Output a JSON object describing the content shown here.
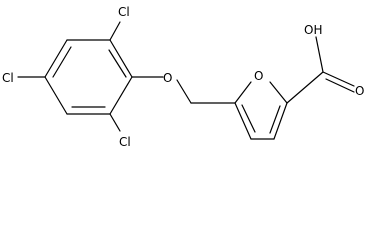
{
  "molecule": {
    "atoms": {
      "cl_top": "Cl",
      "cl_left": "Cl",
      "cl_bottom": "Cl",
      "ether_oxygen": "O",
      "furan_oxygen": "O",
      "hydroxyl": "OH",
      "carbonyl_oxygen": "O"
    }
  },
  "colors": {
    "bond": "#000000",
    "label": "#000000",
    "background": "#ffffff"
  }
}
